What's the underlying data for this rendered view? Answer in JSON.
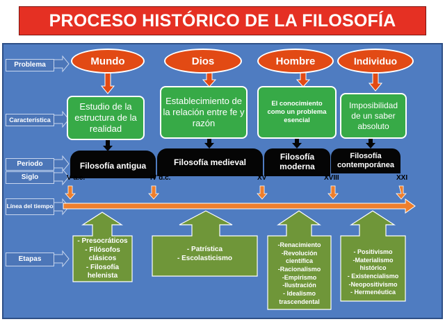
{
  "title": "PROCESO HISTÓRICO DE LA FILOSOFÍA",
  "row_labels": {
    "problema": "Problema",
    "caracteristica": "Característica",
    "periodo": "Periodo",
    "siglo": "Siglo",
    "linea": "Línea del tiempo",
    "etapas": "Etapas"
  },
  "problems": [
    "Mundo",
    "Dios",
    "Hombre",
    "Individuo"
  ],
  "characteristics": [
    "Estudio de la estructura de la realidad",
    "Establecimiento de la relación entre fe y razón",
    "El conocimiento como un problema esencial",
    "Imposibilidad de un saber absoluto"
  ],
  "periods": [
    "Filosofía antigua",
    "Filosofía medieval",
    "Filosofía moderna",
    "Filosofía contemporánea"
  ],
  "centuries": [
    "V a.c.",
    "IV d.c.",
    "XV",
    "XVIII",
    "XXI"
  ],
  "stages": [
    "- Presocráticos\n- Filósofos\nclásicos\n- Filosofía\nhelenista",
    "- Patrística\n- Escolasticismo",
    "-Renacimiento\n-Revolución\ncientífica\n-Racionalismo\n-Empirismo\n-Ilustración\n- Idealismo\ntrascendental",
    "- Positivismo\n-Materialismo\nhistórico\n- Existencialismo\n-Neopositivismo\n- Hermenéutica"
  ],
  "colors": {
    "title_bg": "#e53023",
    "panel_bg": "#4f7cc1",
    "oval": "#e24a14",
    "char_box": "#37aa47",
    "stage_box": "#6f9639",
    "timeline": "#ee7f2d"
  }
}
